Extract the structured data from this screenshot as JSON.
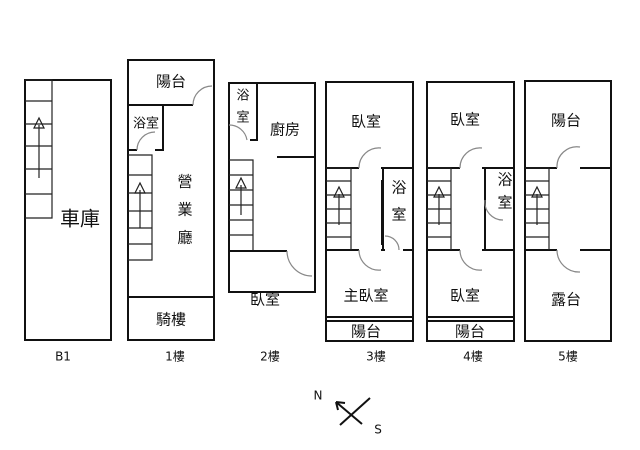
{
  "floors": [
    {
      "label": "B1",
      "rooms": [
        "車庫"
      ]
    },
    {
      "label": "1樓",
      "rooms": [
        "陽台",
        "浴室",
        "營",
        "業",
        "廳",
        "騎樓"
      ]
    },
    {
      "label": "2樓",
      "rooms": [
        "浴",
        "室",
        "廚房",
        "臥室"
      ]
    },
    {
      "label": "3樓",
      "rooms": [
        "臥室",
        "浴",
        "室",
        "主臥室",
        "陽台"
      ]
    },
    {
      "label": "4樓",
      "rooms": [
        "臥室",
        "浴",
        "室",
        "臥室",
        "陽台"
      ]
    },
    {
      "label": "5樓",
      "rooms": [
        "陽台",
        "露台"
      ]
    }
  ],
  "compass": {
    "north": "N",
    "south": "S"
  }
}
